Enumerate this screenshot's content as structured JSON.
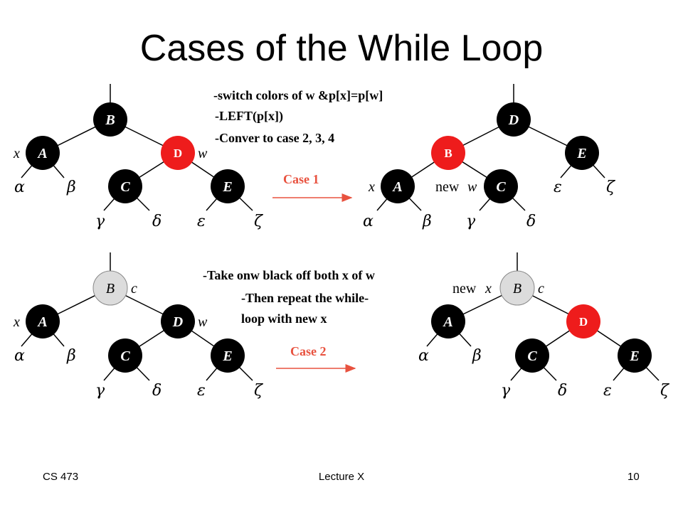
{
  "slide": {
    "title": "Cases of the While Loop"
  },
  "case1": {
    "notes": [
      "-switch colors of w &p[x]=p[w]",
      "-LEFT(p[x])",
      "-Conver to case 2, 3, 4"
    ],
    "label": "Case 1",
    "left_tree": {
      "nodes": {
        "B": "B",
        "A": "A",
        "D": "D",
        "C": "C",
        "E": "E"
      },
      "pointers": {
        "x": "x",
        "w": "w"
      },
      "leaves": [
        "α",
        "β",
        "γ",
        "δ",
        "ε",
        "ζ"
      ]
    },
    "right_tree": {
      "nodes": {
        "D": "D",
        "B": "B",
        "E": "E",
        "A": "A",
        "C": "C"
      },
      "pointers": {
        "x": "x",
        "new": "new",
        "w": "w"
      },
      "leaves": [
        "ε",
        "ζ",
        "α",
        "β",
        "γ",
        "δ"
      ]
    }
  },
  "case2": {
    "notes": [
      "-Take onw black off both x of w",
      "-Then repeat the while-",
      "loop with new x"
    ],
    "label": "Case 2",
    "left_tree": {
      "nodes": {
        "B": "B",
        "A": "A",
        "D": "D",
        "C": "C",
        "E": "E"
      },
      "pointers": {
        "c": "c",
        "x": "x",
        "w": "w"
      },
      "leaves": [
        "α",
        "β",
        "γ",
        "δ",
        "ε",
        "ζ"
      ]
    },
    "right_tree": {
      "nodes": {
        "B": "B",
        "A": "A",
        "D": "D",
        "C": "C",
        "E": "E"
      },
      "pointers": {
        "new": "new",
        "x": "x",
        "c": "c"
      },
      "leaves": [
        "α",
        "β",
        "γ",
        "δ",
        "ε",
        "ζ"
      ]
    }
  },
  "footer": {
    "course": "CS 473",
    "lecture": "Lecture X",
    "page": "10"
  },
  "colors": {
    "black_node": "#000000",
    "red_node": "#ee1c1c",
    "gray_node": "#dcdcdc",
    "accent": "#e8523f"
  }
}
